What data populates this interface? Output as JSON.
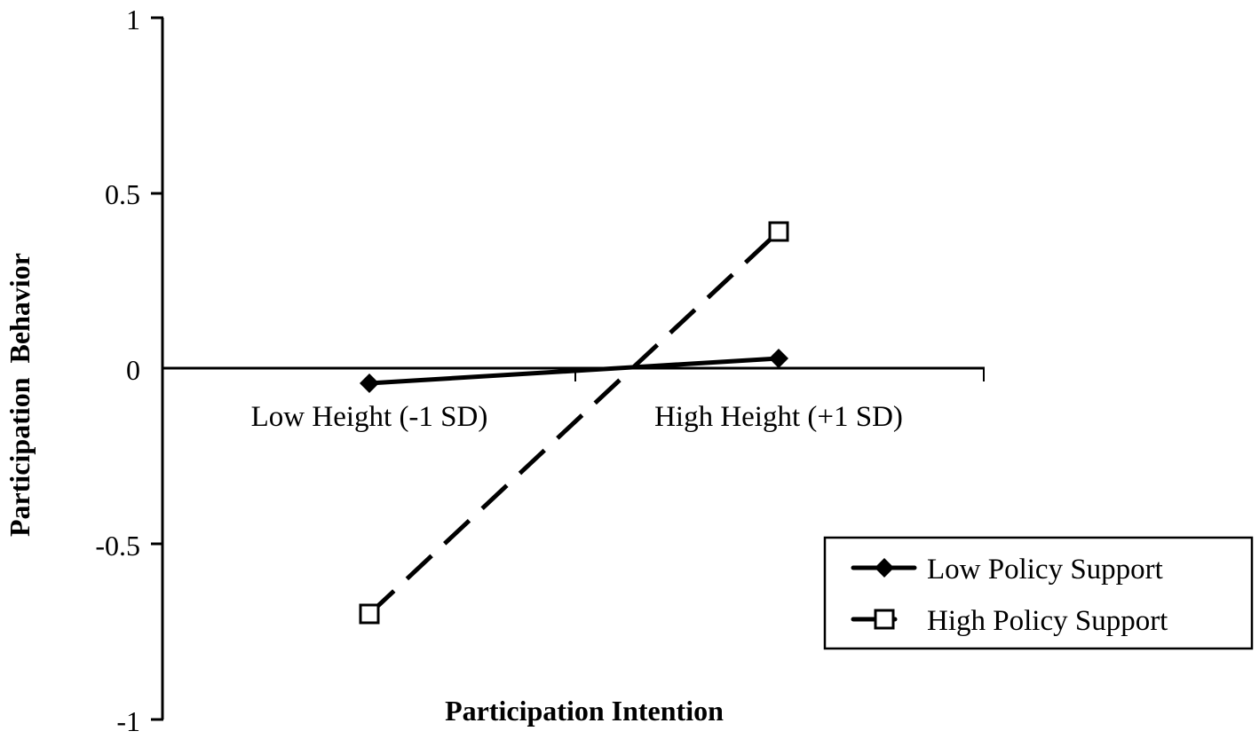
{
  "chart_data": {
    "type": "line",
    "title": "",
    "xlabel": "Participation Intention",
    "ylabel": "Participation  Behavior",
    "categories": [
      "Low Height (-1 SD)",
      "High Height (+1 SD)"
    ],
    "series": [
      {
        "name": "Low Policy Support",
        "values": [
          -0.04,
          0.03
        ],
        "line": "solid",
        "marker": "filled-diamond"
      },
      {
        "name": "High Policy Support",
        "values": [
          -0.7,
          0.39
        ],
        "line": "dashed",
        "marker": "open-square"
      }
    ],
    "ylim": [
      -1,
      1
    ],
    "yticks": [
      "1",
      "0.5",
      "0",
      "-0.5",
      "-1"
    ],
    "grid": false,
    "legend_position": "lower right"
  },
  "labels": {
    "ytick_1": "1",
    "ytick_05": "0.5",
    "ytick_0": "0",
    "ytick_m05": "-0.5",
    "ytick_m1": "-1",
    "cat_low": "Low Height (-1 SD)",
    "cat_high": "High Height (+1 SD)",
    "xlabel": "Participation Intention",
    "ylabel": "Participation  Behavior",
    "legend_low": "Low Policy Support",
    "legend_high": "High Policy Support"
  }
}
